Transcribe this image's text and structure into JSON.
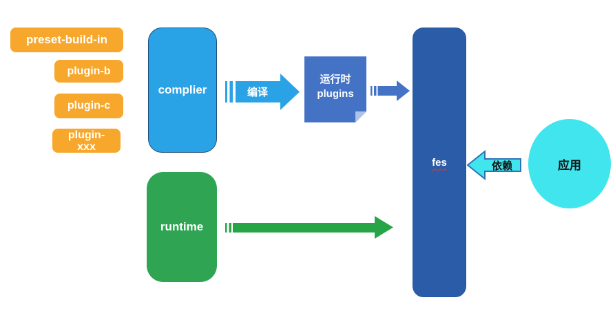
{
  "diagram": {
    "chips": [
      {
        "label": "preset-build-in"
      },
      {
        "label": "plugin-b"
      },
      {
        "label": "plugin-c"
      },
      {
        "label": "plugin-xxx"
      }
    ],
    "compiler": {
      "label": "complier"
    },
    "compile_arrow": {
      "label": "编译"
    },
    "runtime_plugins": {
      "label": "运行时 plugins"
    },
    "plugins_to_fes_arrow": {
      "label": ""
    },
    "runtime": {
      "label": "runtime"
    },
    "runtime_arrow": {
      "label": ""
    },
    "fes": {
      "label": "fes"
    },
    "depends_arrow": {
      "label": "依赖"
    },
    "app": {
      "label": "应用"
    }
  },
  "colors": {
    "chip_orange": "#F7A72B",
    "compiler_blue": "#29A3E6",
    "compiler_border": "#1F4E79",
    "compile_arrow_blue": "#29A3E6",
    "plugins_note_blue": "#4472C4",
    "plugins_note_fold": "#AEC2E8",
    "plugins_arrow_blue": "#4472C4",
    "fes_blue": "#2A5CA8",
    "runtime_green": "#2FA452",
    "runtime_arrow_green": "#27A546",
    "app_cyan": "#40E5ED",
    "depends_fill_cyan": "#40E5ED",
    "depends_border_blue": "#2E74B5",
    "spellcheck_underline_red": "#D93B3B"
  }
}
